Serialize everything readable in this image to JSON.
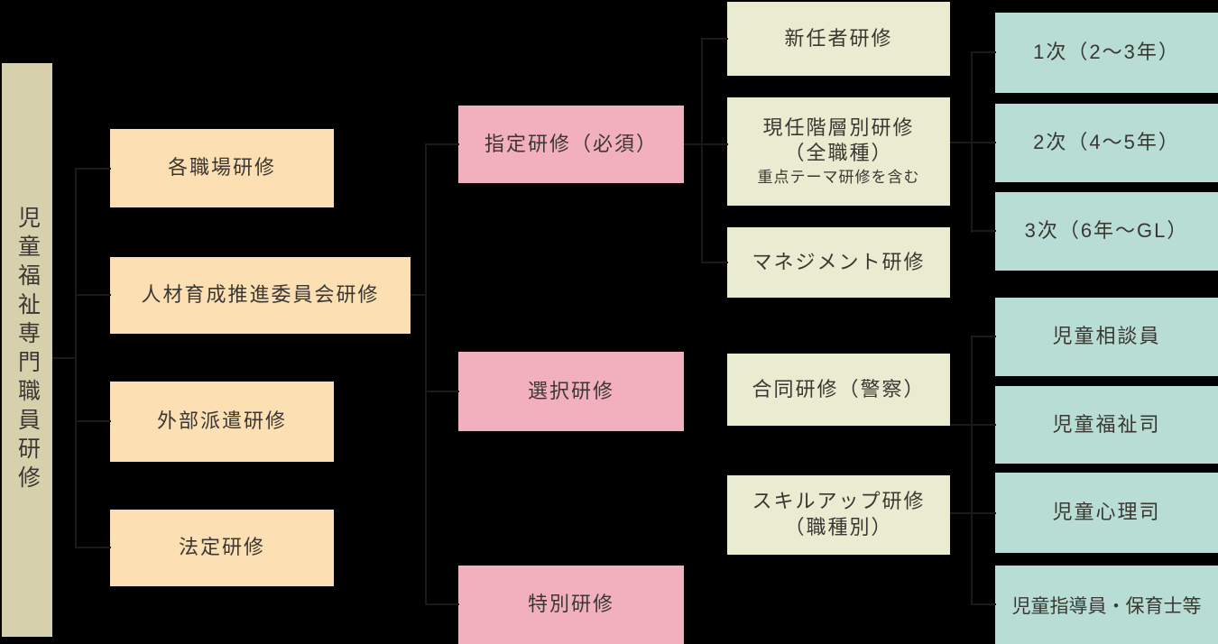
{
  "diagram": {
    "root": {
      "label": "児童福祉専門職員研修"
    },
    "workplace": {
      "label": "各職場研修"
    },
    "hr_committee": {
      "label": "人材育成推進委員会研修"
    },
    "external": {
      "label": "外部派遣研修"
    },
    "statutory": {
      "label": "法定研修"
    },
    "designated": {
      "label": "指定研修（必須）"
    },
    "elective": {
      "label": "選択研修"
    },
    "special": {
      "label": "特別研修"
    },
    "newcomer": {
      "label": "新任者研修"
    },
    "incumbent": {
      "label": "現任階層別研修",
      "label2": "（全職種）",
      "label3": "重点テーマ研修を含む"
    },
    "management": {
      "label": "マネジメント研修"
    },
    "joint_police": {
      "label": "合同研修（警察）"
    },
    "skill_up": {
      "label": "スキルアップ研修",
      "label2": "（職種別）"
    },
    "stage1": {
      "label": "1次（2～3年）"
    },
    "stage2": {
      "label": "2次（4～5年）"
    },
    "stage3": {
      "label": "3次（6年～GL）"
    },
    "counselor": {
      "label": "児童相談員"
    },
    "welfare_officer": {
      "label": "児童福祉司"
    },
    "psychologist": {
      "label": "児童心理司"
    },
    "instructor": {
      "label": "児童指導員・保育士等"
    }
  },
  "colors": {
    "background": "#000000",
    "root_box": "#d6d1ac",
    "level1_box": "#fcdfb2",
    "level2_box": "#f2b0bf",
    "level3_box": "#e9ecd1",
    "level4_box": "#b7ddd4",
    "connector_line": "#1e1915",
    "text": "#3b3732"
  }
}
